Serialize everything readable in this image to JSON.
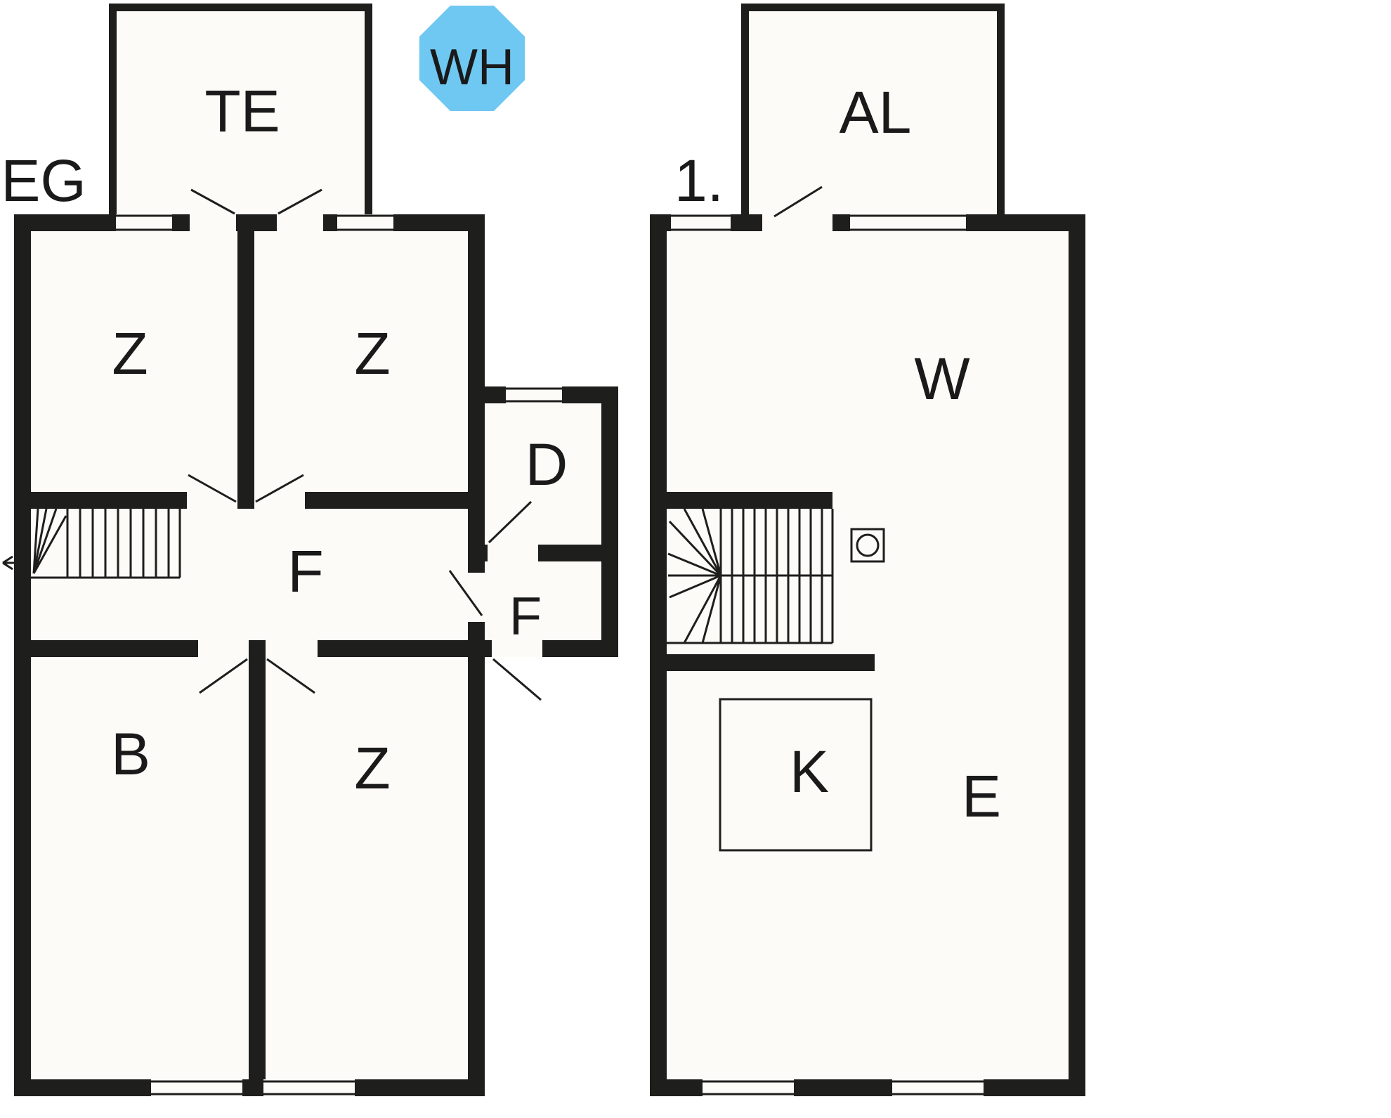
{
  "colors": {
    "wall": "#1e1e1c",
    "line": "#1e1e1c",
    "text": "#1a1a1a",
    "room_fill": "#fcfbf7",
    "background": "#ffffff",
    "badge_fill": "#6fc8f2"
  },
  "badge": {
    "label": "WH"
  },
  "floors": {
    "eg": {
      "label": "EG",
      "rooms": {
        "terrace": "TE",
        "z_top_left": "Z",
        "z_top_right": "Z",
        "hall": "F",
        "d_room": "D",
        "vestibule": "F",
        "b_room": "B",
        "z_bottom": "Z"
      }
    },
    "upper": {
      "label": "1.",
      "rooms": {
        "balcony": "AL",
        "living": "W",
        "kitchen": "K",
        "dining": "E"
      }
    }
  }
}
